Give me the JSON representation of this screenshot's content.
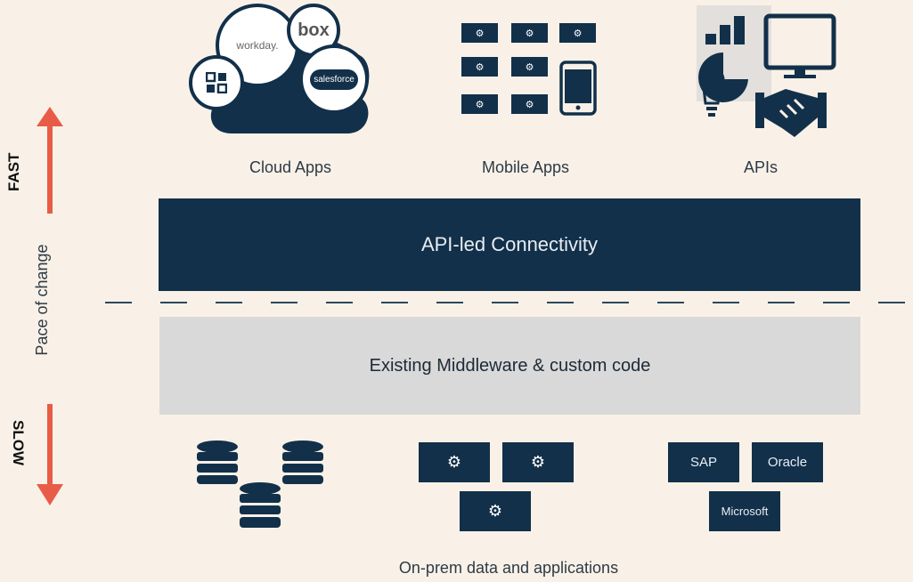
{
  "top_row": {
    "cloud_apps": {
      "caption": "Cloud Apps",
      "logos": {
        "workday": "workday.",
        "box": "box",
        "salesforce": "salesforce"
      }
    },
    "mobile_apps": {
      "caption": "Mobile  Apps"
    },
    "apis": {
      "caption": "APIs"
    }
  },
  "bands": {
    "api_led": "API-led Connectivity",
    "middleware": "Existing Middleware & custom code"
  },
  "pace": {
    "fast": "FAST",
    "slow": "SLOW",
    "label": "Pace of change",
    "arrow_color": "#e85c47"
  },
  "bottom_row": {
    "caption": "On-prem data and applications",
    "vendors": {
      "sap": "SAP",
      "oracle": "Oracle",
      "microsoft": "Microsoft"
    }
  },
  "colors": {
    "navy": "#12304a",
    "background": "#f9f1e7",
    "middleware_gray": "#d9d9d9",
    "accent": "#e85c47"
  }
}
